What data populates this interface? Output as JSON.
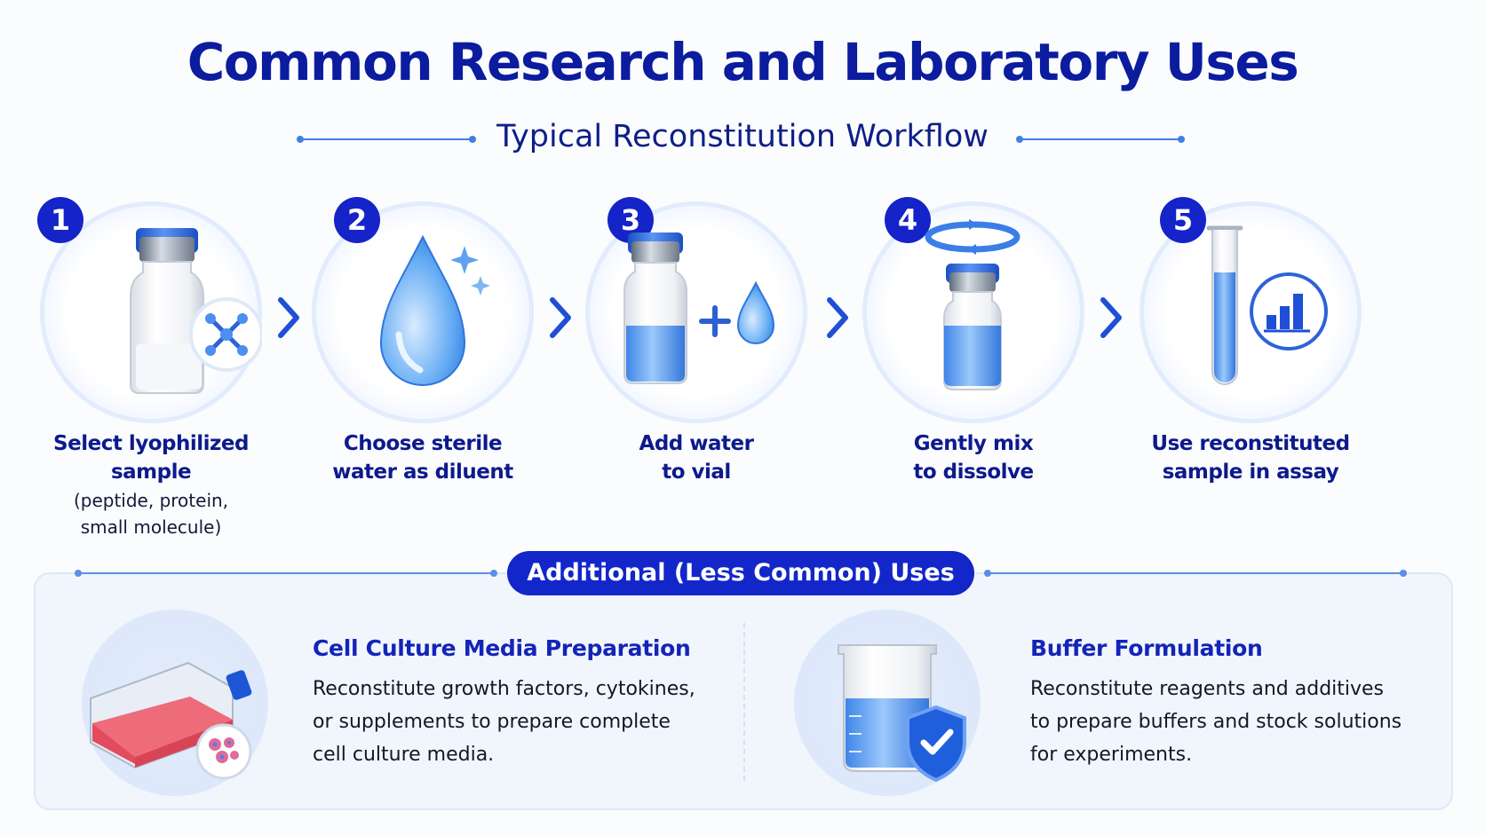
{
  "title": "Common Research and Laboratory Uses",
  "subtitle": "Typical Reconstitution Workflow",
  "steps": [
    {
      "number": "1",
      "label": "Select lyophilized sample",
      "desc": "(peptide, protein,\nsmall molecule)",
      "icon": "vial-molecule-icon"
    },
    {
      "number": "2",
      "label": "Choose sterile\nwater as diluent",
      "icon": "water-drop-icon"
    },
    {
      "number": "3",
      "label": "Add water\nto vial",
      "icon": "vial-plus-drop-icon"
    },
    {
      "number": "4",
      "label": "Gently mix\nto dissolve",
      "icon": "vial-swirl-icon"
    },
    {
      "number": "5",
      "label": "Use reconstituted\nsample in assay",
      "icon": "test-tube-chart-icon"
    }
  ],
  "additional": {
    "heading": "Additional (Less Common) Uses",
    "items": [
      {
        "title": "Cell Culture Media Preparation",
        "desc": "Reconstitute growth factors, cytokines,\nor supplements to prepare complete\ncell culture media.",
        "icon": "culture-flask-icon"
      },
      {
        "title": "Buffer Formulation",
        "desc": "Reconstitute reagents and additives\nto prepare buffers and stock solutions\nfor experiments.",
        "icon": "beaker-shield-icon"
      }
    ]
  },
  "colors": {
    "primary": "#1226c9",
    "title": "#0b1c9e",
    "accent": "#3f7fe6",
    "liquid": "#6aa8f2"
  }
}
